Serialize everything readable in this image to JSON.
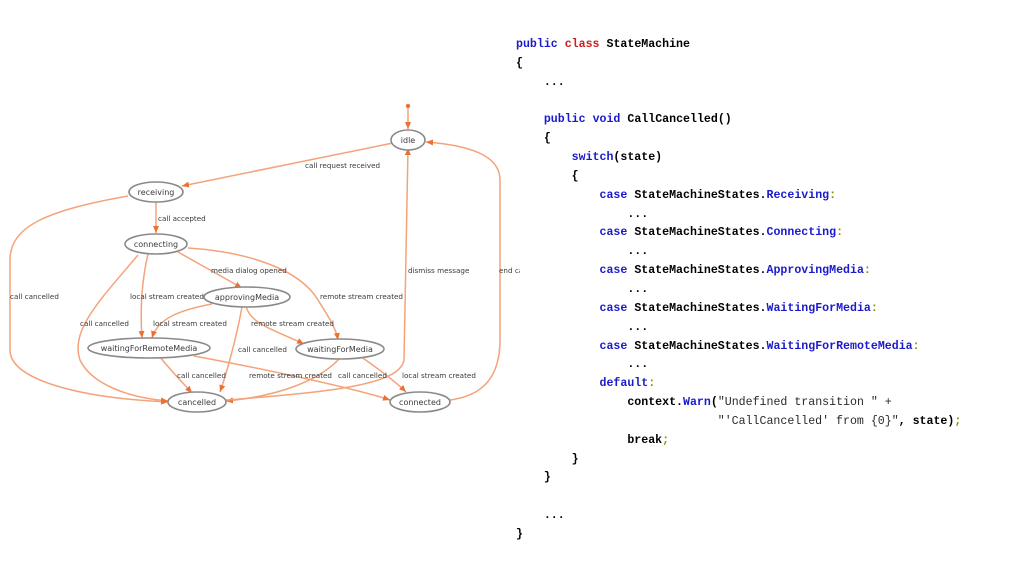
{
  "diagram": {
    "nodes": {
      "idle": "idle",
      "receiving": "receiving",
      "connecting": "connecting",
      "approving_media": "approvingMedia",
      "waiting_for_remote_media": "waitingForRemoteMedia",
      "waiting_for_media": "waitingForMedia",
      "cancelled": "cancelled",
      "connected": "connected"
    },
    "edge_labels": {
      "call_request_received": "call request received",
      "call_accepted": "call accepted",
      "media_dialog_opened": "media dialog opened",
      "local_stream_created_1": "local stream created",
      "local_stream_created_2": "local stream created",
      "local_stream_created_3": "local stream created",
      "remote_stream_created_1": "remote stream created",
      "remote_stream_created_2": "remote stream created",
      "remote_stream_created_3": "remote stream created",
      "call_cancelled_receiving": "call cancelled",
      "call_cancelled_connecting": "call cancelled",
      "call_cancelled_approving": "call cancelled",
      "call_cancelled_wfrm": "call cancelled",
      "call_cancelled_wfm": "call cancelled",
      "dismiss_message": "dismiss message",
      "end_call": "end call"
    },
    "colors": {
      "edge": "#f4a37a",
      "node_stroke": "#8a8a8a",
      "arrow_head": "#ee7030"
    }
  },
  "code": {
    "l1": {
      "kw1": "public",
      "kw2": "class",
      "name": "StateMachine"
    },
    "l2": "{",
    "l3": "...",
    "l4": {
      "kw1": "public",
      "kw2": "void",
      "name": "CallCancelled()"
    },
    "l5": "{",
    "l6": {
      "kw": "switch",
      "rest": "(state)"
    },
    "l7": "{",
    "cases": [
      {
        "kw": "case",
        "cls": "StateMachineStates.",
        "member": "Receiving",
        "colon": ":",
        "dots": "..."
      },
      {
        "kw": "case",
        "cls": "StateMachineStates.",
        "member": "Connecting",
        "colon": ":",
        "dots": "..."
      },
      {
        "kw": "case",
        "cls": "StateMachineStates.",
        "member": "ApprovingMedia",
        "colon": ":",
        "dots": "..."
      },
      {
        "kw": "case",
        "cls": "StateMachineStates.",
        "member": "WaitingForMedia",
        "colon": ":",
        "dots": "..."
      },
      {
        "kw": "case",
        "cls": "StateMachineStates.",
        "member": "WaitingForRemoteMedia",
        "colon": ":",
        "dots": "..."
      }
    ],
    "default_kw": "default",
    "default_colon": ":",
    "warn": {
      "obj": "context.",
      "method": "Warn",
      "open": "(",
      "str1": "\"Undefined transition \" +"
    },
    "warn2": {
      "str2": "\"'CallCancelled' from {0}\"",
      "rest": ", state)",
      "semi": ";"
    },
    "brk": {
      "kw": "break",
      "semi": ";"
    },
    "close1": "}",
    "dots_end": "...",
    "close2": "}"
  }
}
